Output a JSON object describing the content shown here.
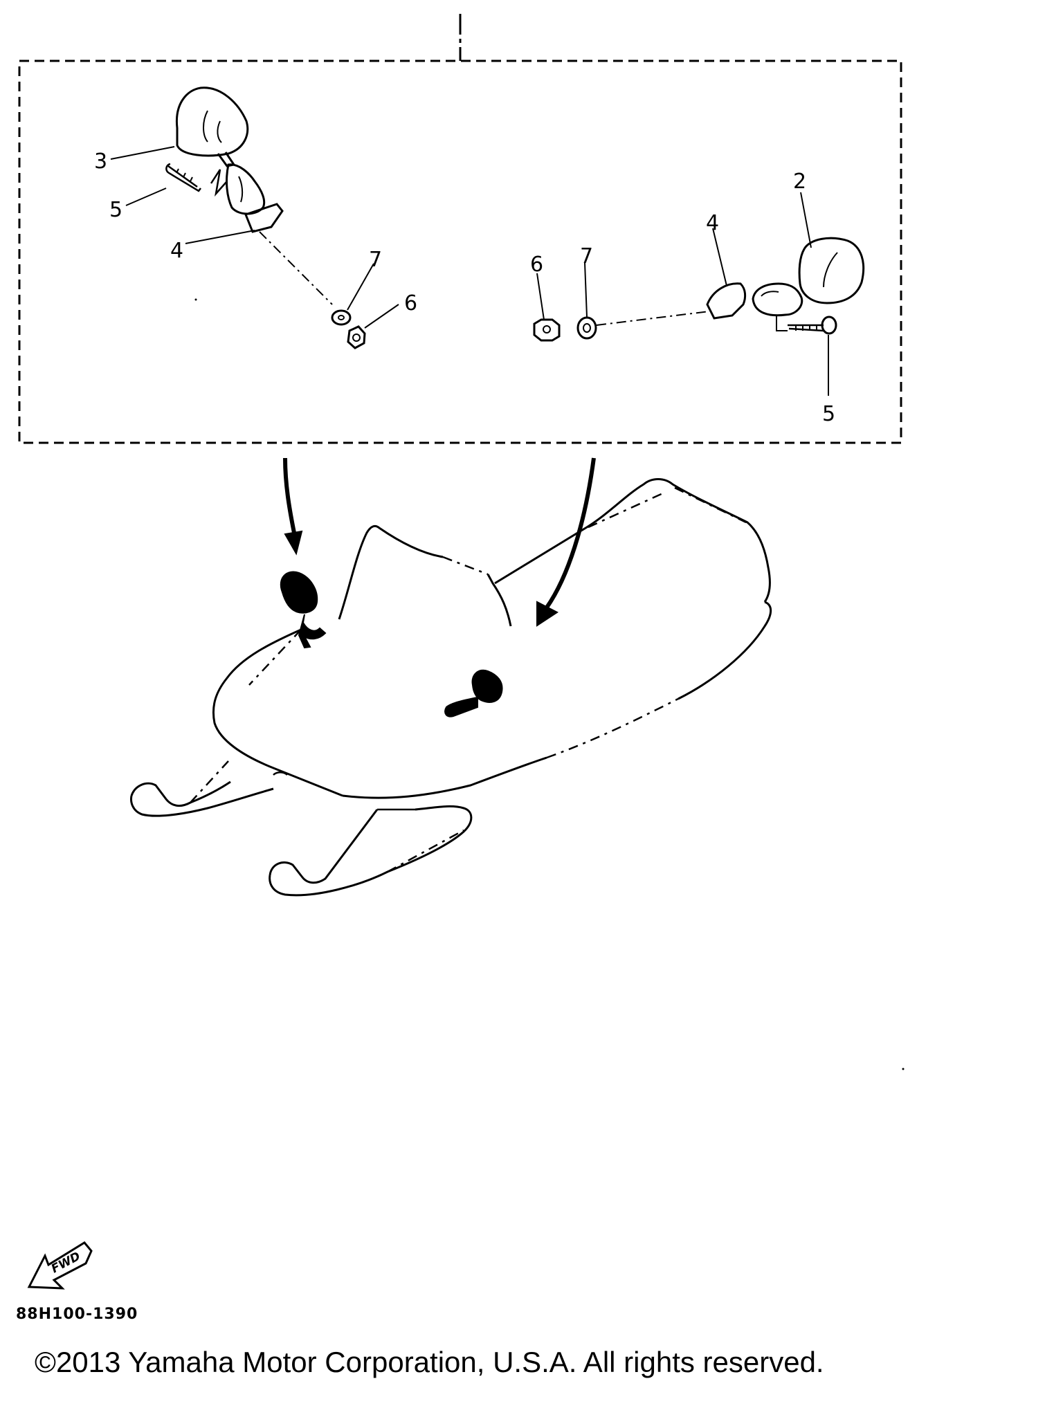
{
  "callouts": {
    "left_mirror": "3",
    "left_screw": "5",
    "left_base": "4",
    "left_washer": "7",
    "left_nut": "6",
    "right_mirror": "2",
    "right_base": "4",
    "right_nut": "6",
    "right_washer": "7",
    "right_screw": "5"
  },
  "fwd_label": "FWD",
  "part_code": "88H100-1390",
  "copyright": "©2013 Yamaha Motor Corporation, U.S.A. All rights reserved."
}
